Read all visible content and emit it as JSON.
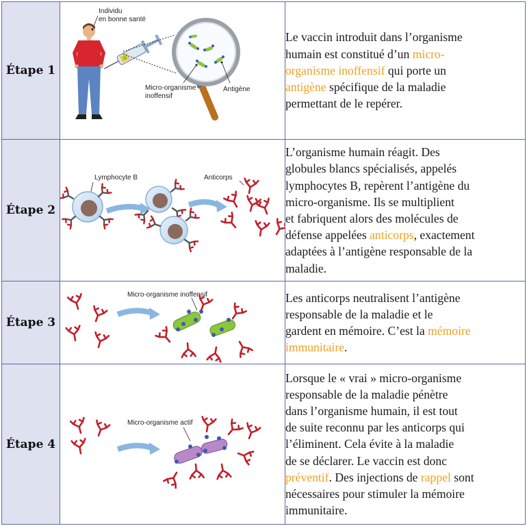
{
  "colors": {
    "highlight": "#f0a020",
    "label_bg": "#dde1f0",
    "border": "#5b6aa6",
    "antibody": "#c0202a",
    "arrow": "#8ab6e0",
    "inoffensive_organism": "#8cc63f",
    "active_organism": "#b889c8",
    "antigen": "#3c5ab4"
  },
  "steps": [
    {
      "label": "Étape 1",
      "figure": {
        "person_label_1": "Individu",
        "person_label_2": "en bonne santé",
        "microbe_label_1": "Micro-organisme",
        "microbe_label_2": "inoffensif",
        "antigen_label": "Antigène"
      },
      "lines": [
        [
          {
            "t": "Le vaccin introduit dans l’organisme"
          }
        ],
        [
          {
            "t": "humain est constitué d’un "
          },
          {
            "t": "micro-",
            "h": true
          }
        ],
        [
          {
            "t": "organisme inoffensif",
            "h": true
          },
          {
            "t": " qui porte un"
          }
        ],
        [
          {
            "t": "antigène",
            "h": true
          },
          {
            "t": " spécifique de la maladie"
          }
        ],
        [
          {
            "t": "permettant de le repérer."
          }
        ]
      ]
    },
    {
      "label": "Étape 2",
      "figure": {
        "lymphocyte_label": "Lymphocyte B",
        "antibody_label": "Anticorps"
      },
      "lines": [
        [
          {
            "t": "L’organisme humain réagit. Des"
          }
        ],
        [
          {
            "t": "globules blancs spécialisés, appelés"
          }
        ],
        [
          {
            "t": "lymphocytes B, repèrent l’antigène du"
          }
        ],
        [
          {
            "t": "micro-organisme. Ils se multiplient"
          }
        ],
        [
          {
            "t": "et fabriquent alors des molécules de"
          }
        ],
        [
          {
            "t": "défense appelées "
          },
          {
            "t": "anticorps",
            "h": true
          },
          {
            "t": ", exactement"
          }
        ],
        [
          {
            "t": "adaptées à l’antigène responsable de la"
          }
        ],
        [
          {
            "t": "maladie."
          }
        ]
      ]
    },
    {
      "label": "Étape 3",
      "figure": {
        "organism_label": "Micro-organisme inoffensif"
      },
      "lines": [
        [
          {
            "t": "Les anticorps neutralisent l’antigène"
          }
        ],
        [
          {
            "t": "responsable de la maladie et le"
          }
        ],
        [
          {
            "t": "gardent en mémoire. C’est la "
          },
          {
            "t": "mémoire",
            "h": true
          }
        ],
        [
          {
            "t": "immunitaire",
            "h": true
          },
          {
            "t": "."
          }
        ]
      ]
    },
    {
      "label": "Étape 4",
      "figure": {
        "organism_label": "Micro-organisme actif"
      },
      "lines": [
        [
          {
            "t": "Lorsque le « vrai » micro-organisme"
          }
        ],
        [
          {
            "t": "responsable de la maladie pénètre"
          }
        ],
        [
          {
            "t": "dans l’organisme humain, il est tout"
          }
        ],
        [
          {
            "t": "de suite reconnu par les anticorps qui"
          }
        ],
        [
          {
            "t": "l’éliminent. Cela évite à la maladie"
          }
        ],
        [
          {
            "t": "de se déclarer. Le vaccin est donc"
          }
        ],
        [
          {
            "t": "préventif",
            "h": true
          },
          {
            "t": ". Des injections de "
          },
          {
            "t": "rappel",
            "h": true
          },
          {
            "t": " sont"
          }
        ],
        [
          {
            "t": "nécessaires pour stimuler la mémoire"
          }
        ],
        [
          {
            "t": "immunitaire."
          }
        ]
      ]
    }
  ]
}
